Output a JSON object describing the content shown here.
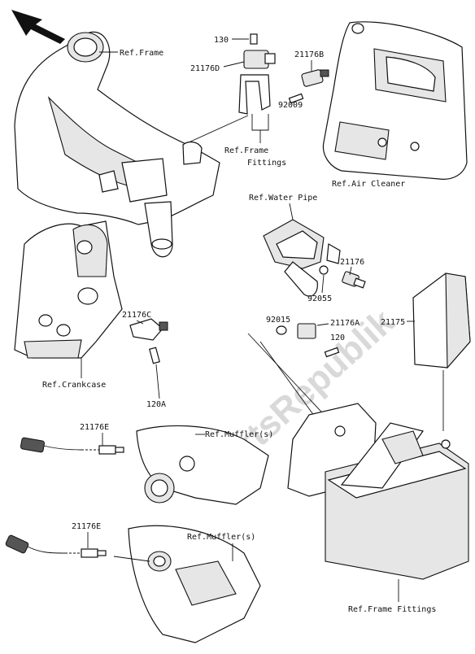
{
  "watermark": "PartsRepublik",
  "labels": {
    "ref_frame": "Ref.Frame",
    "p130": "130",
    "p21176D": "21176D",
    "p21176B": "21176B",
    "p92009": "92009",
    "ref_frame_fittings_1": "Ref.Frame",
    "ref_frame_fittings_2": "Fittings",
    "ref_air_cleaner": "Ref.Air Cleaner",
    "ref_water_pipe": "Ref.Water Pipe",
    "p21176": "21176",
    "p92055": "92055",
    "p21176C": "21176C",
    "p21175": "21175",
    "p92015": "92015",
    "p21176A": "21176A",
    "p120": "120",
    "ref_crankcase": "Ref.Crankcase",
    "p120A": "120A",
    "p21176E_1": "21176E",
    "ref_mufflers_1": "Ref.Muffler(s)",
    "p21176E_2": "21176E",
    "ref_mufflers_2": "Ref.Muffler(s)",
    "ref_frame_fittings_bottom": "Ref.Frame Fittings"
  }
}
